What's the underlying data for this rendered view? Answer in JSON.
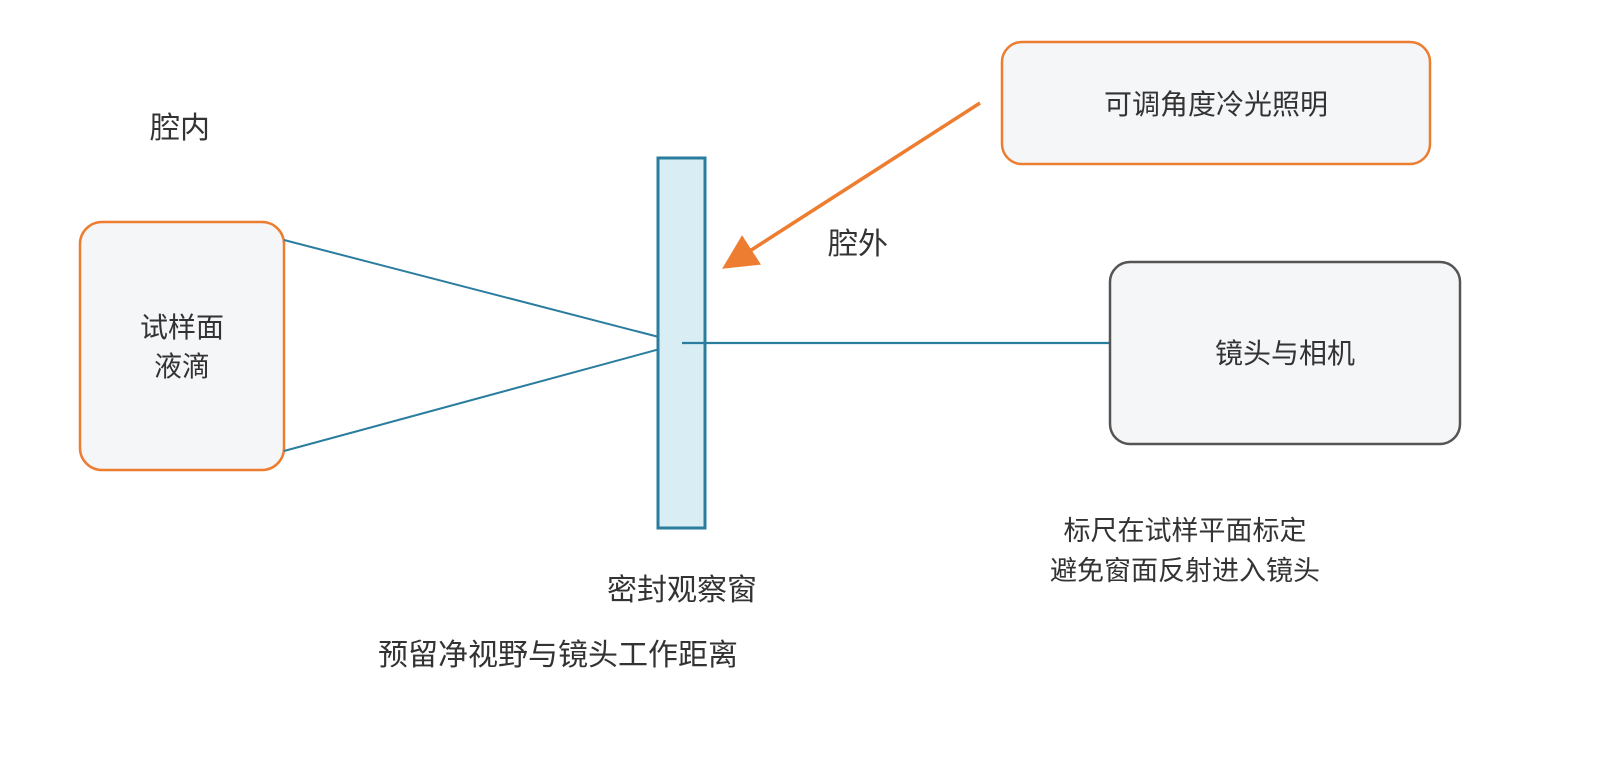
{
  "regions": {
    "inside": "腔内",
    "outside": "腔外"
  },
  "sample": {
    "line1": "试样面",
    "line2": "液滴"
  },
  "window": {
    "label": "密封观察窗"
  },
  "lighting": {
    "label": "可调角度冷光照明"
  },
  "camera": {
    "label": "镜头与相机"
  },
  "notes": {
    "clearance": "预留净视野与镜头工作距离",
    "calibration_line1": "标尺在试样平面标定",
    "calibration_line2": "避免窗面反射进入镜头"
  },
  "colors": {
    "orange": "#ED7D31",
    "teal": "#2A7D9E",
    "window_fill": "#D9EEF4",
    "box_fill": "#F5F6F8",
    "gray": "#555555",
    "text": "#333333"
  }
}
